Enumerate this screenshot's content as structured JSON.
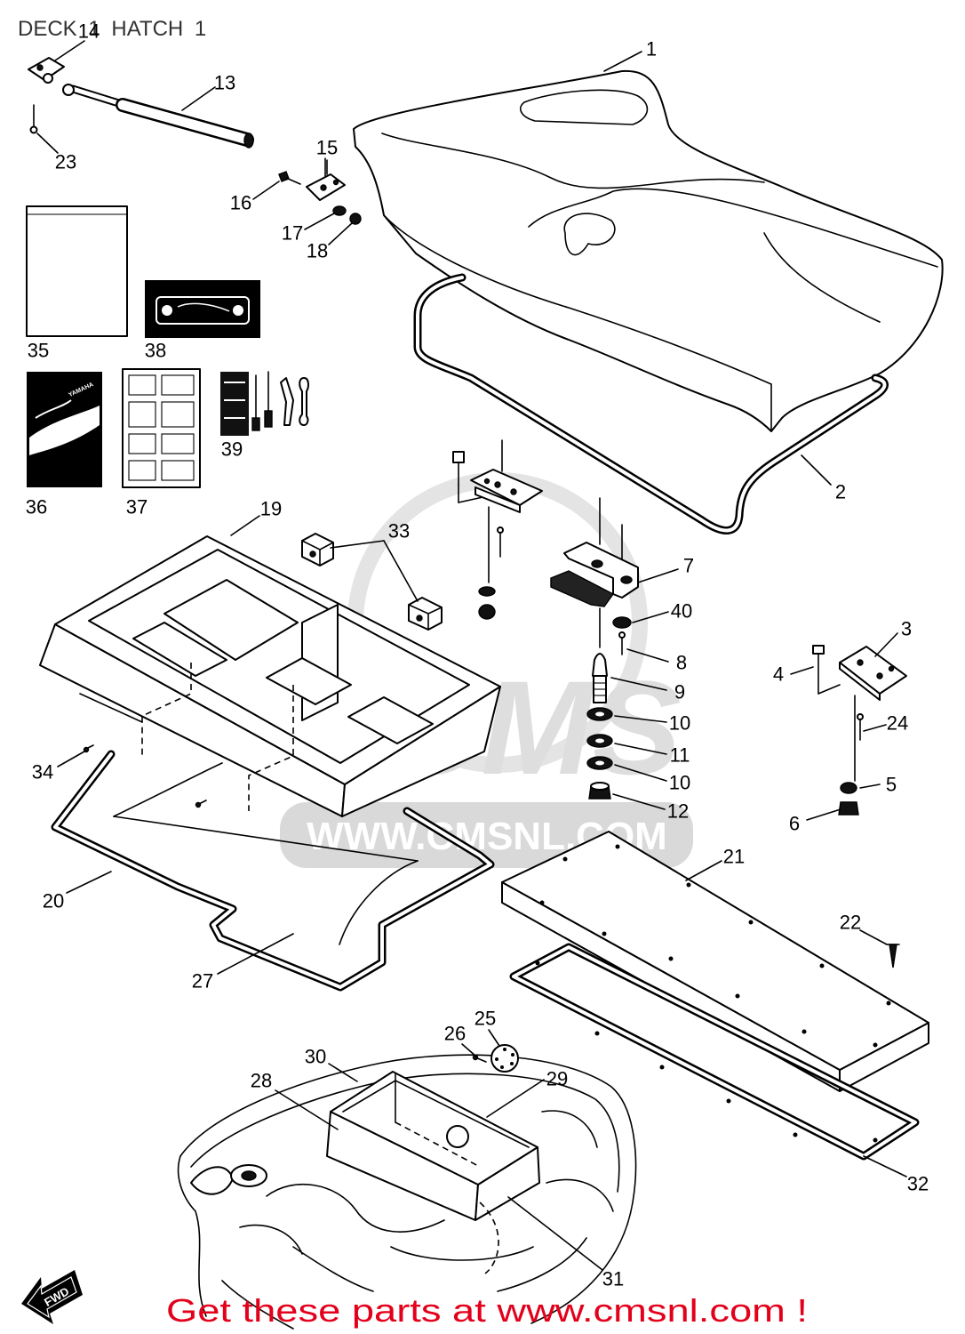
{
  "title": "DECK 1 HATCH 1",
  "callouts": [
    "1",
    "2",
    "3",
    "4",
    "5",
    "6",
    "7",
    "8",
    "9",
    "10",
    "11",
    "10",
    "12",
    "13",
    "14",
    "15",
    "16",
    "17",
    "18",
    "19",
    "20",
    "21",
    "22",
    "23",
    "24",
    "25",
    "26",
    "27",
    "28",
    "29",
    "30",
    "31",
    "32",
    "33",
    "34",
    "35",
    "36",
    "37",
    "38",
    "39",
    "40"
  ],
  "footer": "Get these parts at www.cmsnl.com !",
  "watermark": {
    "logo": "CMS",
    "text": "WWW.CMSNL.COM"
  },
  "labels": {
    "fwd": "FWD",
    "manual_brand": "YAMAHA"
  },
  "colors": {
    "ink": "#000000",
    "footer": "#e3001b",
    "watermark": "#d9d9d9",
    "background": "#ffffff"
  }
}
